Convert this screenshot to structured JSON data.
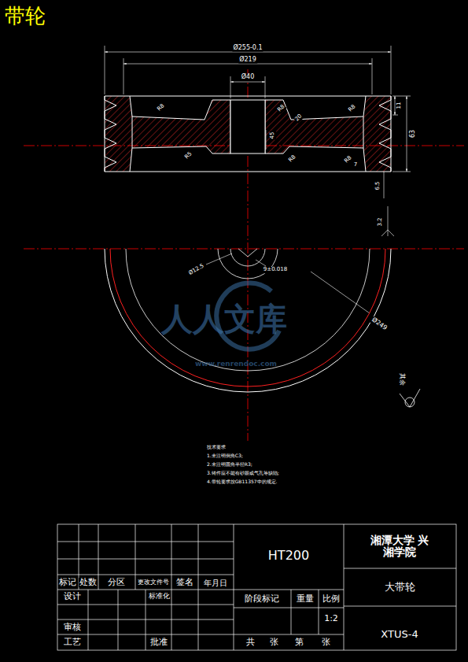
{
  "diagram": {
    "title": "带轮",
    "labels": [
      "Ø255-0.1",
      "Ø219",
      "Ø40",
      "R8",
      "R8",
      "20",
      "R8",
      "45",
      "R5",
      "R8",
      "R8",
      "11",
      "63",
      "7",
      "6.5",
      "3.2",
      "Ø12.5",
      "9±0.018",
      "Ø249",
      "其余",
      "技术要求",
      "1.未注明倒角C3;",
      "2.未注明圆角半径R3;",
      "3.铸件应不能有砂眼或气孔等缺陷;",
      "4.带轮要求按GB11357中的规定.",
      "人人文库",
      "www.renrendoc.com",
      "HT200",
      "湘潭大学 兴湘学院",
      "大带轮",
      "标记",
      "处数",
      "分区",
      "更改文件号",
      "签名",
      "年月日",
      "设计",
      "标准化",
      "审核",
      "工艺",
      "批准",
      "阶段标记",
      "重量",
      "比例",
      "1:2",
      "共",
      "张",
      "第",
      "张",
      "XTUS-4"
    ]
  }
}
